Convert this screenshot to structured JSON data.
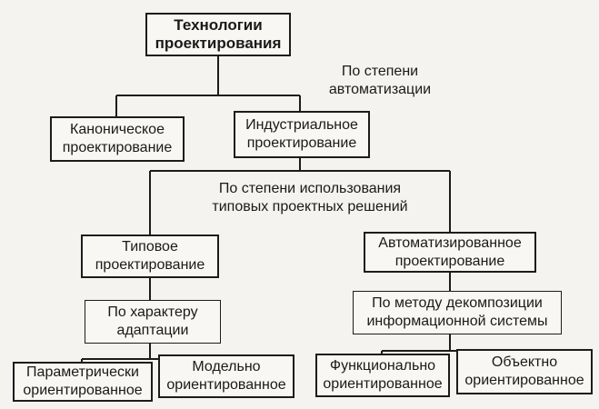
{
  "nodes": {
    "root": "Технологии\nпроектирования",
    "canonical": "Каноническое\nпроектирование",
    "industrial": "Индустриальное\nпроектирование",
    "typical": "Типовое\nпроектирование",
    "automated": "Автоматизированное\nпроектирование",
    "parametric": "Параметрически\nориентированное",
    "model": "Модельно\nориентированное",
    "functional": "Функционально\nориентированное",
    "object": "Объектно\nориентированное"
  },
  "criteria": {
    "automation": "По степени\nавтоматизации",
    "typical_solutions": "По степени использования\nтиповых проектных решений",
    "adaptation": "По характеру\nадаптации",
    "decomposition": "По методу декомпозиции\nинформационной системы"
  }
}
